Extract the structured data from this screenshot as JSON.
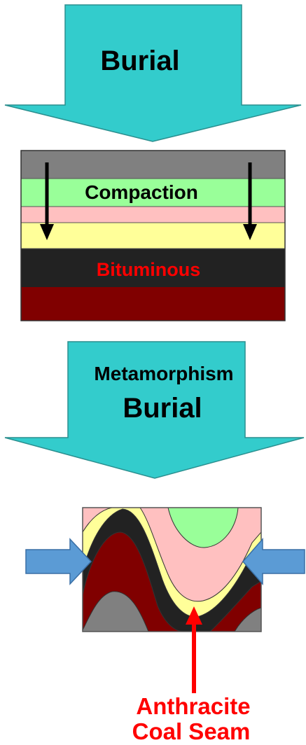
{
  "arrows": {
    "top_label": "Burial",
    "middle_label_line1": "Metamorphism",
    "middle_label_line2": "Burial"
  },
  "strata_box": {
    "compaction_label": "Compaction",
    "coal_label": "Bituminous"
  },
  "folded_seam": {
    "caption_line1": "Anthracite",
    "caption_line2": "Coal Seam"
  },
  "colors": {
    "arrow_fill": "#33CCCC",
    "squeeze_arrow": "#5B9BD5",
    "gray": "#808080",
    "green": "#99FF99",
    "pink": "#FFC0C0",
    "yellow": "#FFFF99",
    "black": "#222222",
    "dark_red": "#800000",
    "label_red": "#FF0000"
  }
}
